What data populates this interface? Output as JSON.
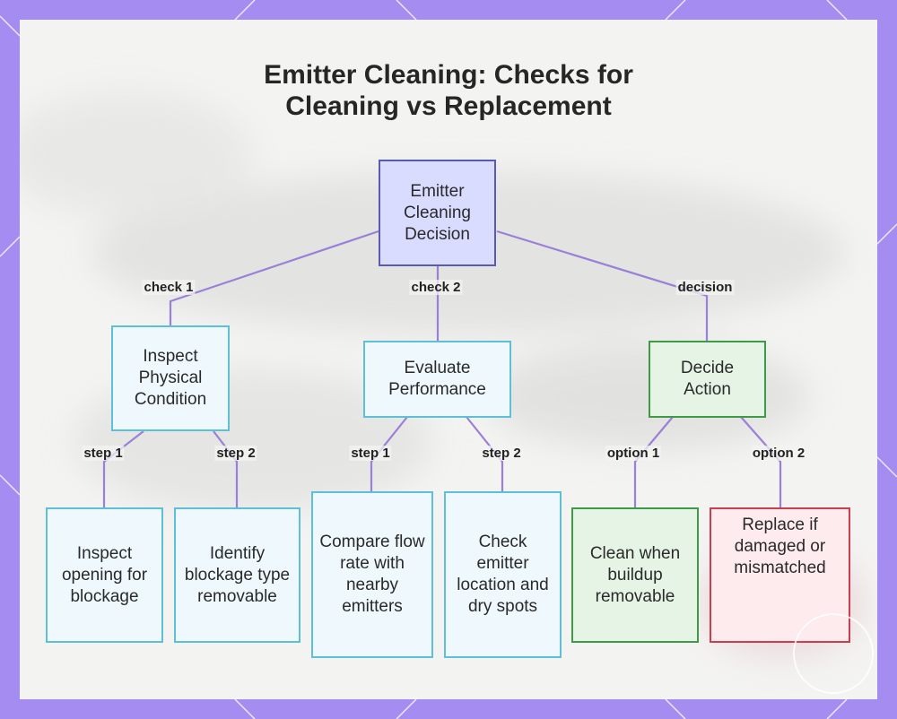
{
  "title": {
    "line1": "Emitter Cleaning: Checks for",
    "line2": "Cleaning vs Replacement"
  },
  "colors": {
    "frame": "#a48cf0",
    "edge": "#9c7fd8",
    "root_fill": "#d9dcff",
    "root_border": "#5a5bb0",
    "cyan_fill": "#eef8fd",
    "cyan_border": "#5ec0d6",
    "green_fill": "#e6f4e6",
    "green_border": "#3e9a46",
    "red_fill": "#fdebee",
    "red_border": "#cc3d4e"
  },
  "nodes": {
    "root": "Emitter Cleaning Decision",
    "inspect_physical": "Inspect Physical Condition",
    "evaluate_performance": "Evaluate Performance",
    "decide_action": "Decide Action",
    "inspect_opening": "Inspect opening for blockage",
    "identify_blockage": "Identify blockage type removable",
    "compare_flow": "Compare flow rate with nearby emitters",
    "check_location": "Check emitter location and dry spots",
    "clean": "Clean when buildup removable",
    "replace": "Replace if damaged or mismatched"
  },
  "edge_labels": {
    "check1": "check 1",
    "check2": "check 2",
    "decision": "decision",
    "phys_step1": "step 1",
    "phys_step2": "step 2",
    "perf_step1": "step 1",
    "perf_step2": "step 2",
    "option1": "option 1",
    "option2": "option 2"
  }
}
